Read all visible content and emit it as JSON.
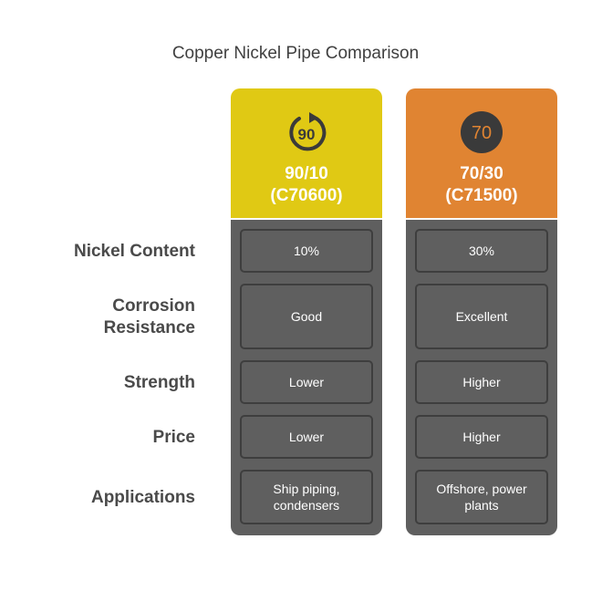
{
  "title": "Copper Nickel Pipe Comparison",
  "rows": [
    "Nickel Content",
    "Corrosion Resistance",
    "Strength",
    "Price",
    "Applications"
  ],
  "columns": [
    {
      "badge": "90",
      "name_line1": "90/10",
      "name_line2": "(C70600)",
      "color": "#e0c914",
      "cells": [
        "10%",
        "Good",
        "Lower",
        "Lower",
        "Ship piping, condensers"
      ]
    },
    {
      "badge": "70",
      "name_line1": "70/30",
      "name_line2": "(C71500)",
      "color": "#e08432",
      "cells": [
        "30%",
        "Excellent",
        "Higher",
        "Higher",
        "Offshore, power plants"
      ]
    }
  ]
}
